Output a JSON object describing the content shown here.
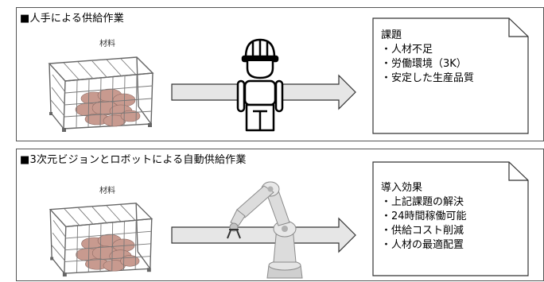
{
  "panel1": {
    "title": "■人手による供給作業",
    "material_label": "材料",
    "note": {
      "heading": "課題",
      "items": [
        "・人材不足",
        "・労働環境（3K）",
        "・安定した生産品質"
      ]
    }
  },
  "panel2": {
    "title": "■3次元ビジョンとロボットによる自動供給作業",
    "material_label": "材料",
    "note": {
      "heading": "導入効果",
      "items": [
        "・上記課題の解決",
        "・24時間稼働可能",
        "・供給コスト削減",
        "・人材の最適配置"
      ]
    }
  },
  "icons": [
    "wire-basket-icon",
    "worker-icon",
    "robot-arm-icon",
    "arrow-icon",
    "note-icon"
  ],
  "colors": {
    "border": "#555555",
    "arrow_fill": "#e6e6e6",
    "arrow_stroke": "#333333",
    "robot_body": "#d9d9d9",
    "parts": "#c89a8f"
  }
}
